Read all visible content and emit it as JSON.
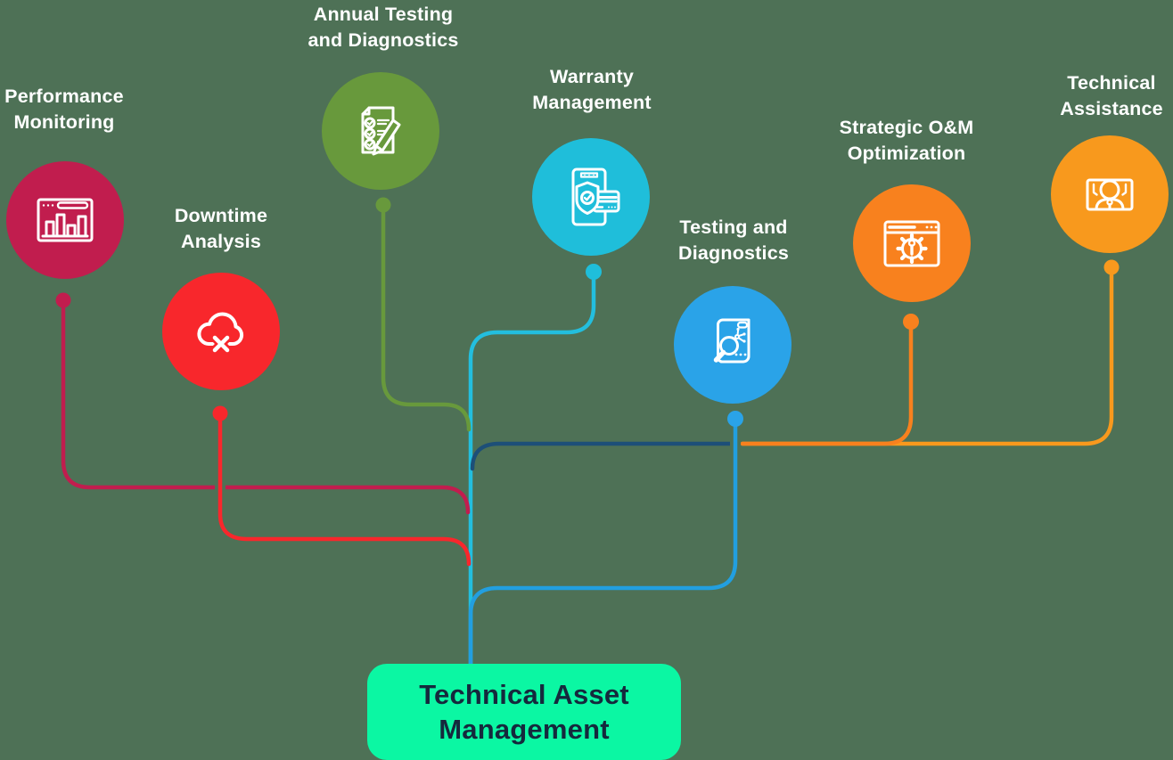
{
  "background_color": "#4e7156",
  "title_box": {
    "line1": "Technical Asset",
    "line2": "Management",
    "bg_color": "#0bf7a3",
    "text_color": "#15293d"
  },
  "nodes": [
    {
      "label_line1": "Performance",
      "label_line2": "Monitoring",
      "color": "#c11d4e",
      "icon": "bar-chart-monitor-icon"
    },
    {
      "label_line1": "Downtime",
      "label_line2": "Analysis",
      "color": "#f8272c",
      "icon": "cloud-error-icon"
    },
    {
      "label_line1": "Annual Testing",
      "label_line2": "and Diagnostics",
      "color": "#68993c",
      "icon": "checklist-pencil-icon"
    },
    {
      "label_line1": "Warranty",
      "label_line2": "Management",
      "color": "#1fbeda",
      "icon": "shield-card-icon"
    },
    {
      "label_line1": "Testing and",
      "label_line2": "Diagnostics",
      "color": "#2aa3e8",
      "icon": "document-search-icon"
    },
    {
      "label_line1": "Strategic O&M",
      "label_line2": "Optimization",
      "color": "#f8811e",
      "icon": "gear-browser-icon"
    },
    {
      "label_line1": "Technical",
      "label_line2": "Assistance",
      "color": "#f8991d",
      "icon": "support-agent-icon"
    }
  ],
  "connectors": {
    "performance_monitoring": "#c11d4e",
    "downtime_analysis": "#f8272c",
    "annual_testing": "#68993c",
    "warranty_trunk": "#23bede",
    "testing_diagnostics": "#229fe0",
    "navy_branch": "#1d4f78",
    "strategic_om": "#f8811e",
    "technical_assistance": "#f8991d"
  }
}
